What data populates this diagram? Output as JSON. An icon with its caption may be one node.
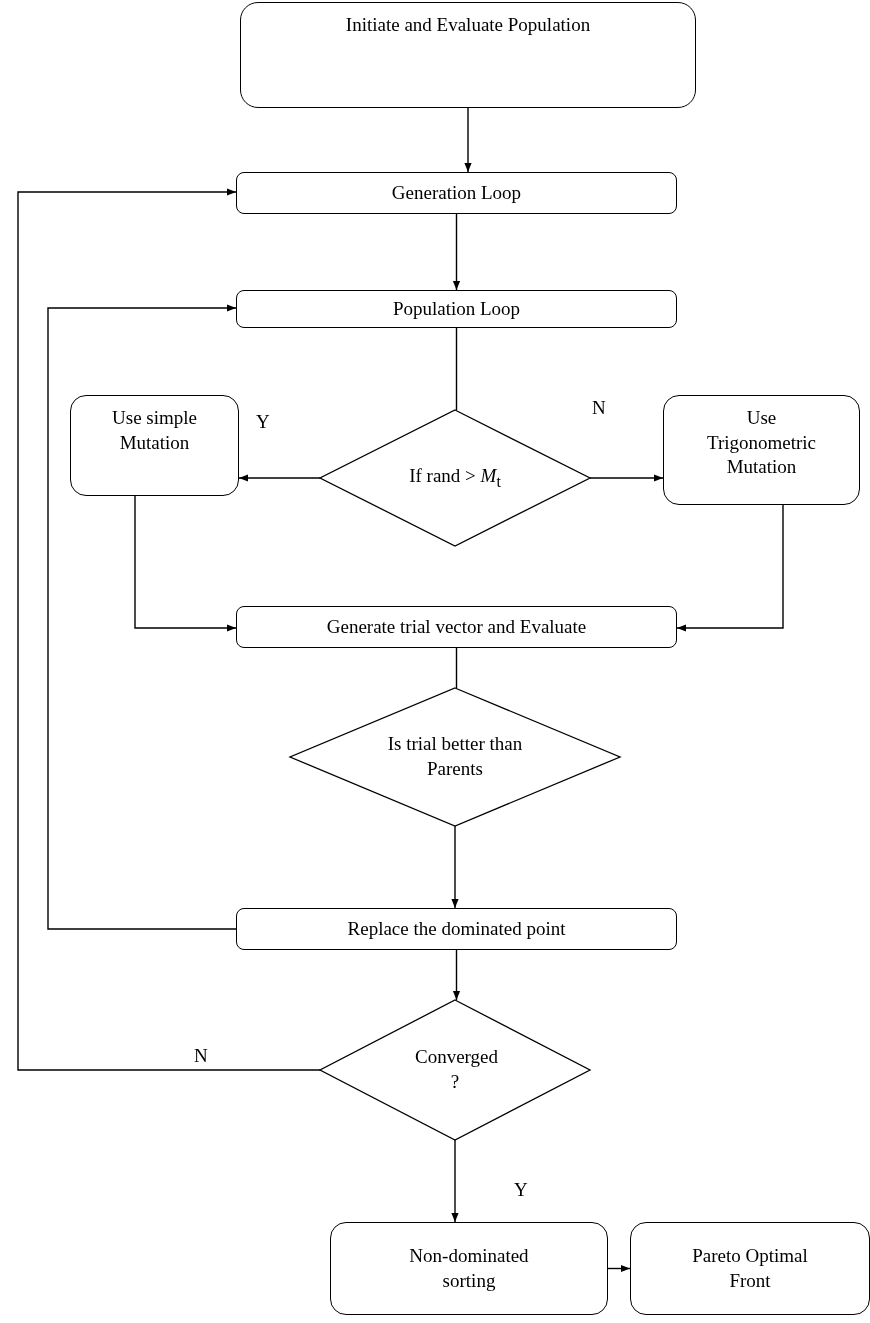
{
  "diagram": {
    "nodes": [
      {
        "text": [
          "Initiate and Evaluate Population"
        ]
      },
      {
        "text": [
          "Generation Loop"
        ]
      },
      {
        "text": [
          "Population Loop"
        ]
      },
      {
        "text": [
          "If rand > *M*$_{t}$"
        ]
      },
      {
        "text": [
          "Use simple Mutation"
        ]
      },
      {
        "text": [
          "Use Trigonometric Mutation"
        ]
      },
      {
        "text": [
          "Generate trial vector and Evaluate"
        ]
      },
      {
        "text": [
          "Is trial better than Parents"
        ]
      },
      {
        "text": [
          "Replace the dominated point"
        ]
      },
      {
        "text": [
          "Converged ?"
        ]
      },
      {
        "text": [
          "Non-dominated sorting"
        ]
      },
      {
        "text": [
          "Pareto Optimal Front"
        ]
      }
    ],
    "edges": [
      {
        "from": 0,
        "to": 1,
        "arrow": "to"
      },
      {
        "from": 1,
        "to": 2,
        "arrow": "to"
      },
      {
        "from": 2,
        "to": 3,
        "arrow": "none"
      },
      {
        "from": 3,
        "to": 4,
        "arrow": "to",
        "label": "Y"
      },
      {
        "from": 3,
        "to": 5,
        "arrow": "to",
        "label": "N"
      },
      {
        "from": 4,
        "to": 6,
        "arrow": "to"
      },
      {
        "from": 5,
        "to": 6,
        "arrow": "to"
      },
      {
        "from": 6,
        "to": 7,
        "arrow": "none"
      },
      {
        "from": 7,
        "to": 8,
        "arrow": "to"
      },
      {
        "from": 8,
        "to": 2,
        "arrow": "to"
      },
      {
        "from": 8,
        "to": 9,
        "arrow": "to"
      },
      {
        "from": 9,
        "to": 1,
        "arrow": "to",
        "label": "N"
      },
      {
        "from": 9,
        "to": 10,
        "arrow": "to",
        "label": "Y"
      },
      {
        "from": 10,
        "to": 11,
        "arrow": "to"
      }
    ]
  }
}
